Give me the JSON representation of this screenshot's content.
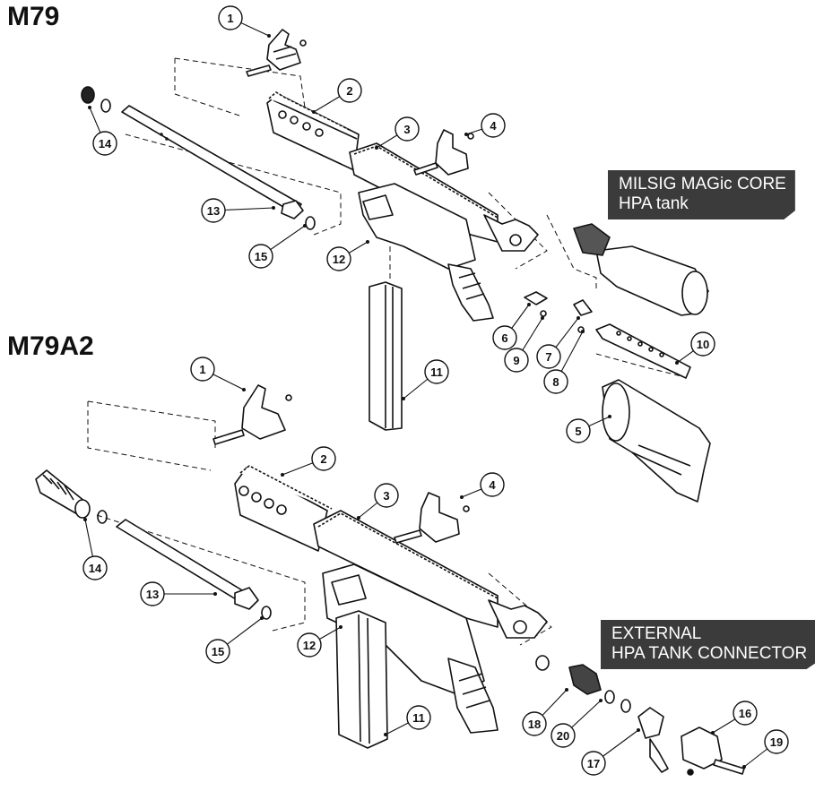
{
  "titles": {
    "top": "M79",
    "bottom": "M79A2"
  },
  "callouts": {
    "tank": [
      "MILSIG MAGic CORE",
      "HPA tank"
    ],
    "connector": [
      "EXTERNAL",
      "HPA TANK CONNECTOR"
    ]
  },
  "part_numbers": {
    "m79": [
      "1",
      "2",
      "3",
      "4",
      "5",
      "6",
      "7",
      "8",
      "9",
      "10",
      "11",
      "12",
      "13",
      "14",
      "15"
    ],
    "m79a2": [
      "1",
      "2",
      "3",
      "4",
      "11",
      "12",
      "13",
      "14",
      "15",
      "16",
      "17",
      "18",
      "19",
      "20"
    ]
  },
  "colors": {
    "ink": "#111111",
    "callout_bg": "#3b3b3b",
    "callout_text": "#ffffff"
  }
}
